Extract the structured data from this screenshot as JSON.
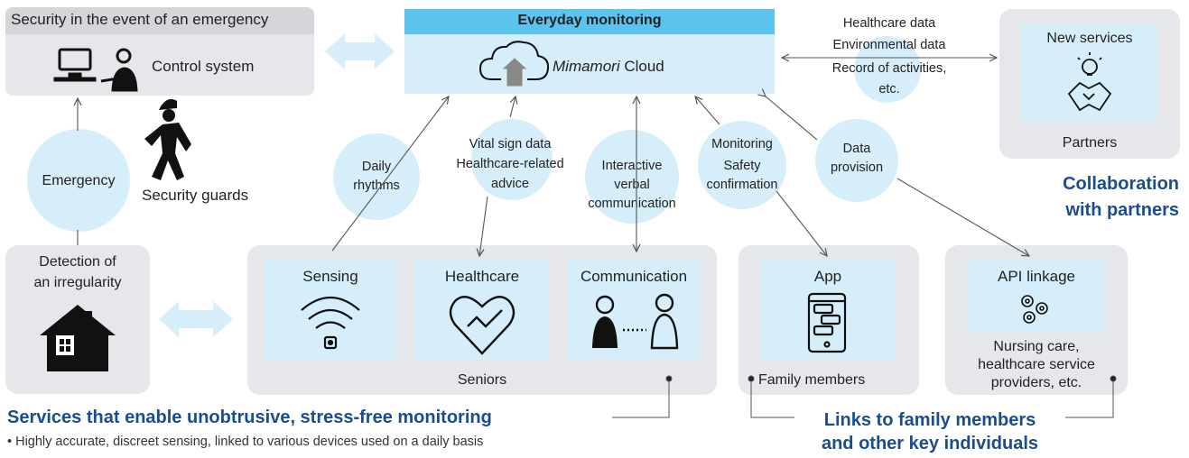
{
  "emergency_box": {
    "title": "Security in the event of an emergency",
    "control_label": "Control system"
  },
  "guards_label": "Security guards",
  "emergency_bubble": "Emergency",
  "detection_box": {
    "label_line1": "Detection of",
    "label_line2": "an irregularity"
  },
  "cloud_box": {
    "header": "Everyday monitoring",
    "name_italic": "Mimamori",
    "name_rest": " Cloud"
  },
  "data_text": {
    "line1": "Healthcare data",
    "line2": "Environmental data",
    "line3": "Record of activities,",
    "line4": "etc."
  },
  "partners_box": {
    "service_label": "New services",
    "partners_label": "Partners"
  },
  "collab_title": {
    "line1": "Collaboration",
    "line2": "with partners"
  },
  "bubbles": {
    "daily": {
      "line1": "Daily",
      "line2": "rhythms"
    },
    "vital": {
      "line1": "Vital sign data",
      "line2": "Healthcare-related",
      "line3": "advice"
    },
    "verbal": {
      "line1": "Interactive",
      "line2": "verbal",
      "line3": "communication"
    },
    "monitor": {
      "line1": "Monitoring",
      "line2": "Safety",
      "line3": "confirmation"
    },
    "data_prov": {
      "line1": "Data",
      "line2": "provision"
    }
  },
  "seniors_box": {
    "sensing": "Sensing",
    "healthcare": "Healthcare",
    "communication": "Communication",
    "seniors": "Seniors"
  },
  "family_box": {
    "app": "App",
    "family": "Family members"
  },
  "api_box": {
    "api": "API linkage",
    "line1": "Nursing care,",
    "line2": "healthcare service",
    "line3": "providers, etc."
  },
  "services_title": "Services that enable unobtrusive, stress-free monitoring",
  "bullet_text": "• Highly accurate, discreet sensing, linked to various devices used on a daily basis",
  "links_title": {
    "line1": "Links to family members",
    "line2": "and other key individuals"
  },
  "colors": {
    "accent_blue": "#1a4d8f",
    "header_blue": "#5bc3ee",
    "light_blue": "#d6eefa",
    "panel_gray": "#e5e7ea"
  }
}
